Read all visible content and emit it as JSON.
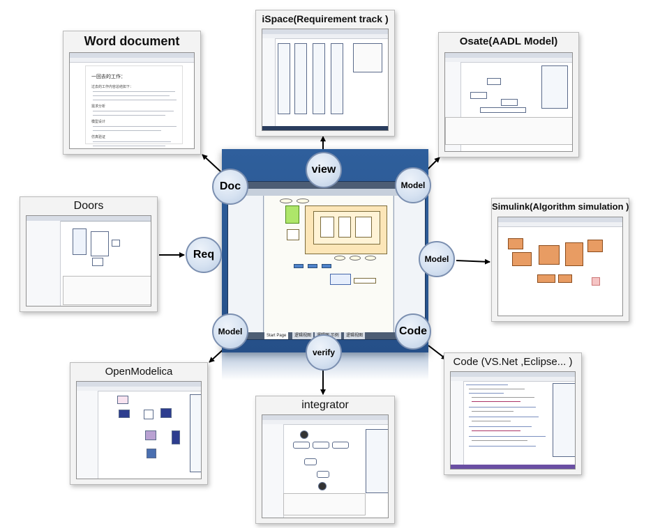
{
  "center": {
    "tabs": [
      "Start Page",
      "逻辑视图",
      "逻辑图 示例",
      "逻辑视图"
    ]
  },
  "cards": [
    {
      "id": "word",
      "title": "Word document"
    },
    {
      "id": "ispace",
      "title": "iSpace(Requirement track )"
    },
    {
      "id": "osate",
      "title": "Osate(AADL Model)"
    },
    {
      "id": "doors",
      "title": "Doors"
    },
    {
      "id": "simulink",
      "title": "Simulink(Algorithm simulation )"
    },
    {
      "id": "openmodelica",
      "title": "OpenModelica"
    },
    {
      "id": "integrator",
      "title": "integrator"
    },
    {
      "id": "code",
      "title": "Code  (VS.Net ,Eclipse... )"
    }
  ],
  "word_doc": {
    "heading": "一回去的工作：",
    "lines": [
      "过去的工作内容总结如下：",
      "需求分析",
      "模型设计",
      "仿真验证"
    ]
  },
  "bubbles": {
    "doc": "Doc",
    "view": "view",
    "model_top_right": "Model",
    "req": "Req",
    "model_right": "Model",
    "model_bottom_left": "Model",
    "verify": "verify",
    "code": "Code"
  },
  "colors": {
    "panel_blue": "#2f5f9c",
    "bubble_fill": "#d6e2f1",
    "bubble_border": "#7b8fb0",
    "arrow": "#000000"
  }
}
